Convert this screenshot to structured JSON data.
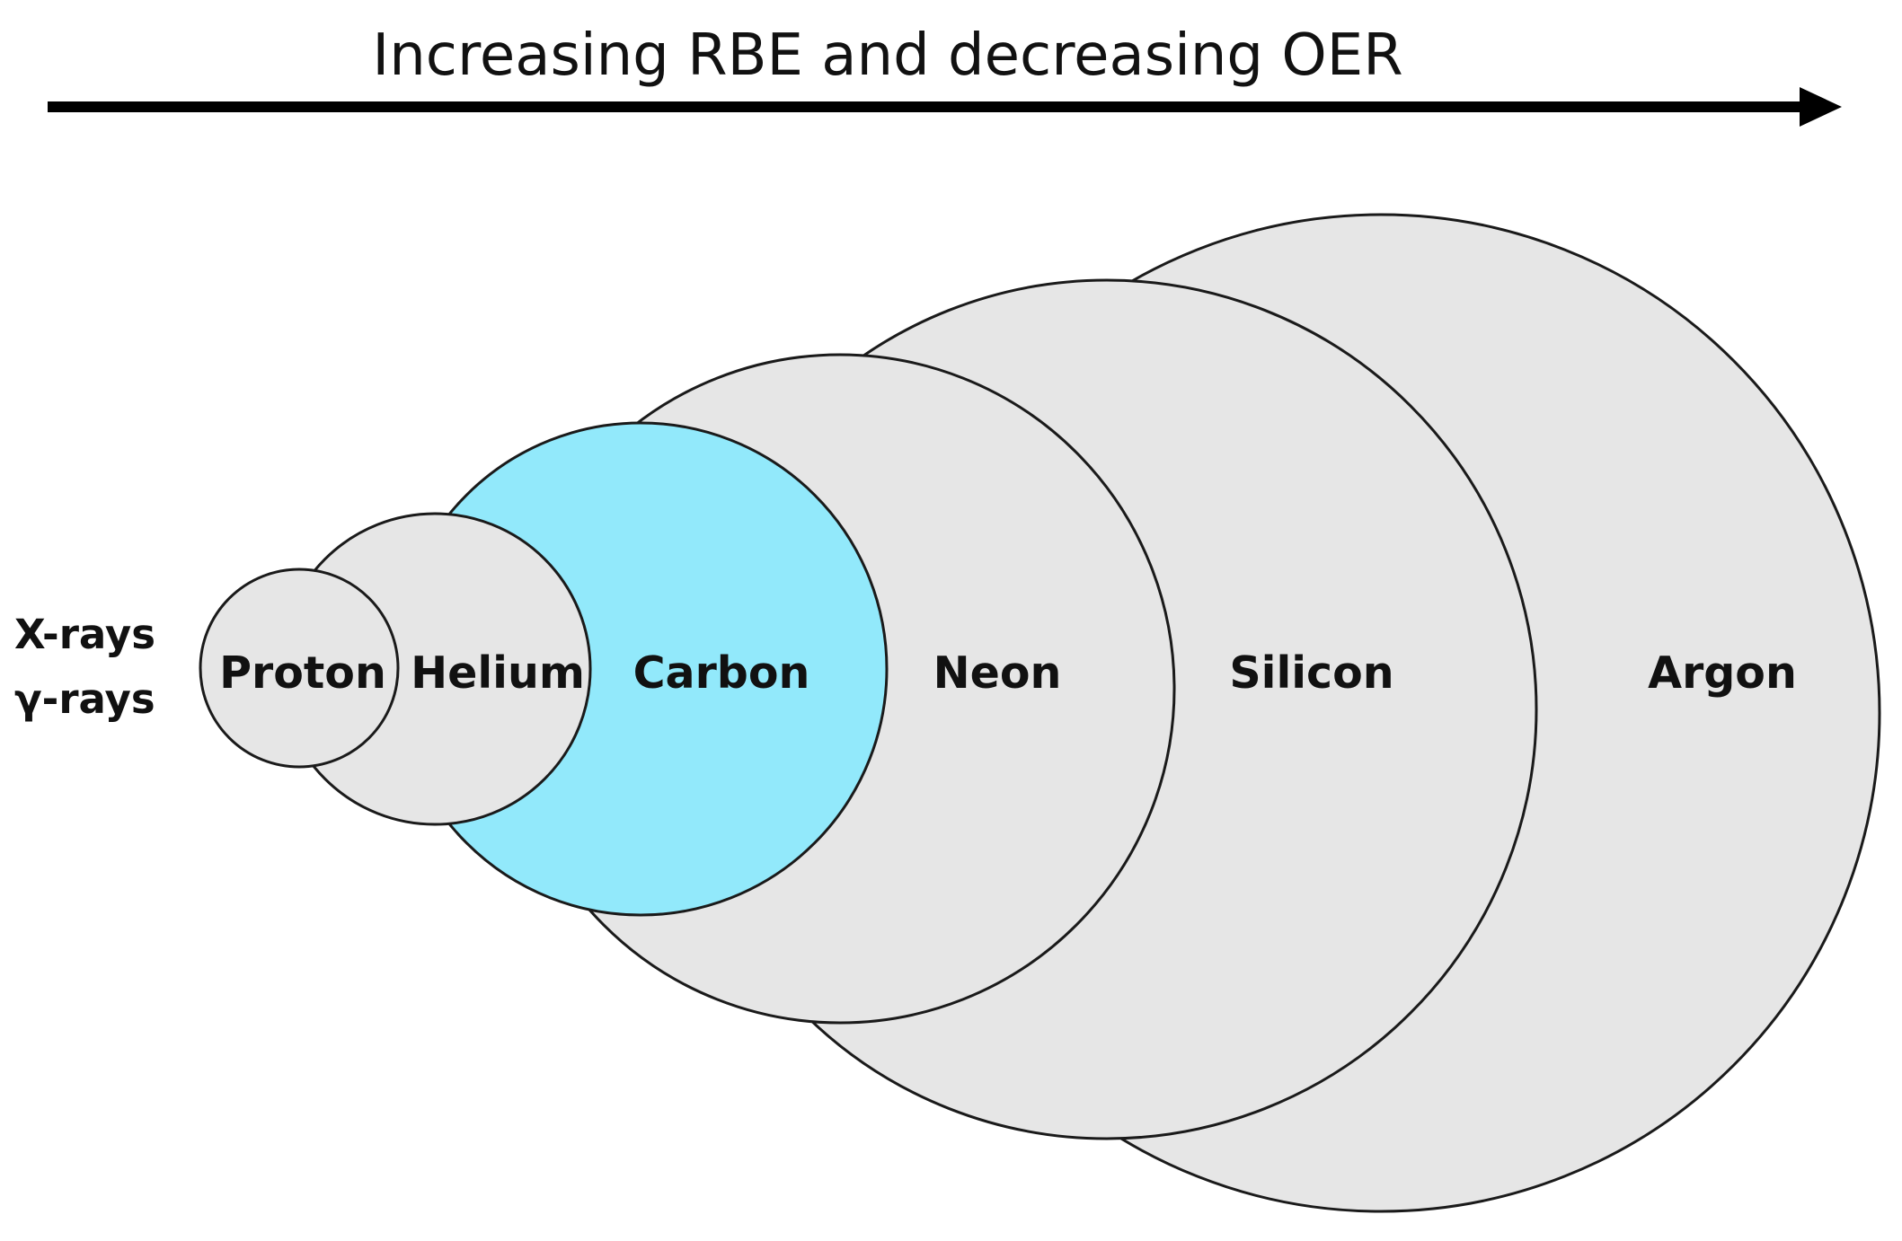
{
  "header": {
    "text": "Increasing RBE and decreasing OER"
  },
  "reference": {
    "line1": "X-rays",
    "line2": "γ-rays"
  },
  "ions": [
    {
      "label": "Proton",
      "highlighted": false
    },
    {
      "label": "Helium",
      "highlighted": false
    },
    {
      "label": "Carbon",
      "highlighted": true
    },
    {
      "label": "Neon",
      "highlighted": false
    },
    {
      "label": "Silicon",
      "highlighted": false
    },
    {
      "label": "Argon",
      "highlighted": false
    }
  ],
  "colors": {
    "default_fill": "#e6e6e6",
    "highlight_fill": "#92e9fb",
    "stroke": "#1a1a1a",
    "arrow": "#000000"
  }
}
